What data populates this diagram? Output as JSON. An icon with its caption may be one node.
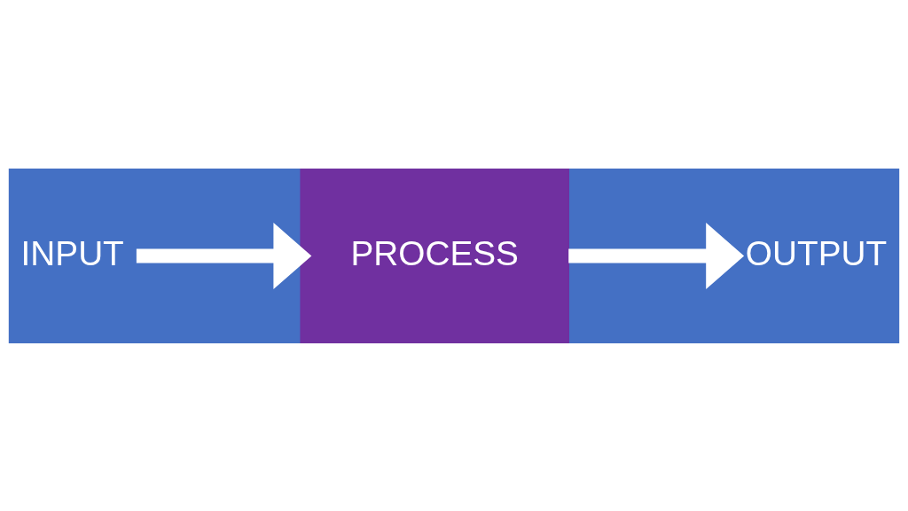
{
  "diagram": {
    "nodes": [
      {
        "text": [
          "INPUT"
        ]
      },
      {
        "text": [
          "PROCESS"
        ]
      },
      {
        "text": [
          "OUTPUT"
        ]
      }
    ],
    "edges": [
      {
        "from": 0,
        "to": 1,
        "arrow": "to"
      },
      {
        "from": 1,
        "to": 2,
        "arrow": "to"
      }
    ]
  }
}
